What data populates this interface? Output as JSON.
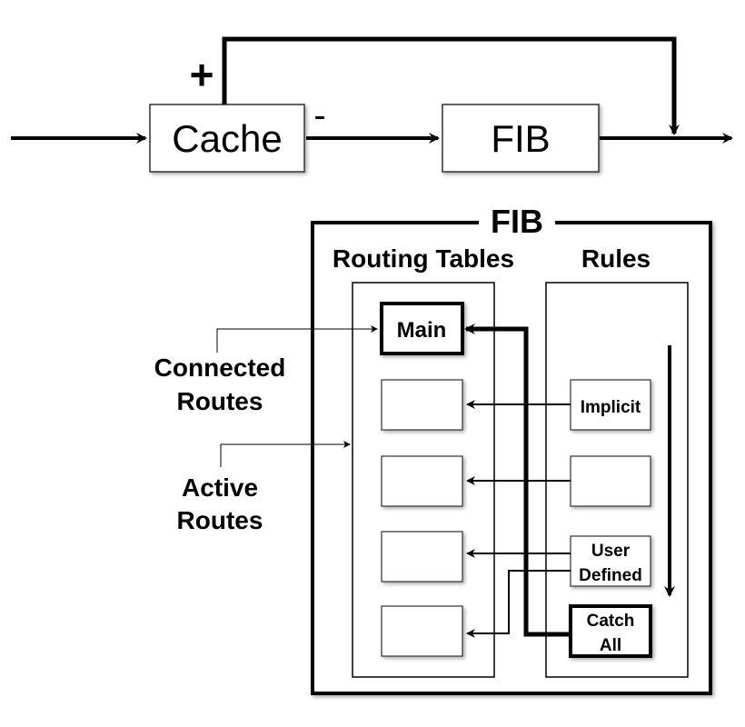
{
  "top_flow": {
    "cache_label": "Cache",
    "fib_label": "FIB",
    "plus_sign": "+",
    "minus_sign": "-"
  },
  "fib_panel": {
    "title": "FIB",
    "routing_tables_header": "Routing Tables",
    "rules_header": "Rules",
    "main_table_label": "Main",
    "rules": {
      "implicit": "Implicit",
      "user_defined_line1": "User",
      "user_defined_line2": "Defined",
      "catch_all_line1": "Catch",
      "catch_all_line2": "All"
    }
  },
  "side_labels": {
    "connected_line1": "Connected",
    "connected_line2": "Routes",
    "active_line1": "Active",
    "active_line2": "Routes"
  }
}
